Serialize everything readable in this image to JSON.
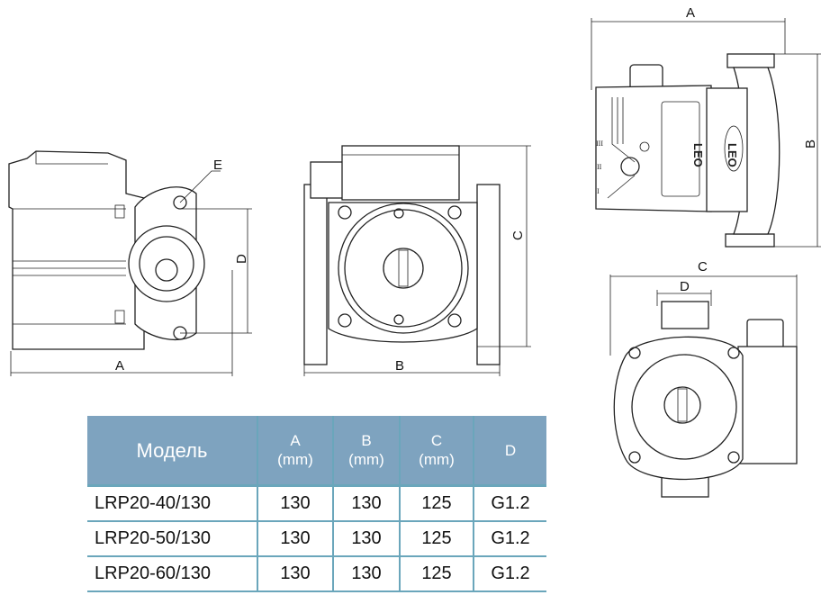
{
  "drawings": {
    "side_view": {
      "label_a": "A",
      "label_d": "D",
      "label_e": "E"
    },
    "front_view": {
      "label_b": "B",
      "label_c": "C"
    },
    "top_view": {
      "label_a": "A",
      "label_b": "B",
      "logo": "LEO",
      "speeds": [
        "I",
        "II",
        "III"
      ]
    },
    "end_view": {
      "label_c": "C",
      "label_d": "D"
    }
  },
  "table": {
    "headers": [
      {
        "name": "Модель"
      },
      {
        "name": "A",
        "unit": "(mm)"
      },
      {
        "name": "B",
        "unit": "(mm)"
      },
      {
        "name": "C",
        "unit": "(mm)"
      },
      {
        "name": "D"
      }
    ],
    "rows": [
      {
        "model": "LRP20-40/130",
        "a": "130",
        "b": "130",
        "c": "125",
        "d": "G1.2"
      },
      {
        "model": "LRP20-50/130",
        "a": "130",
        "b": "130",
        "c": "125",
        "d": "G1.2"
      },
      {
        "model": "LRP20-60/130",
        "a": "130",
        "b": "130",
        "c": "125",
        "d": "G1.2"
      }
    ]
  }
}
